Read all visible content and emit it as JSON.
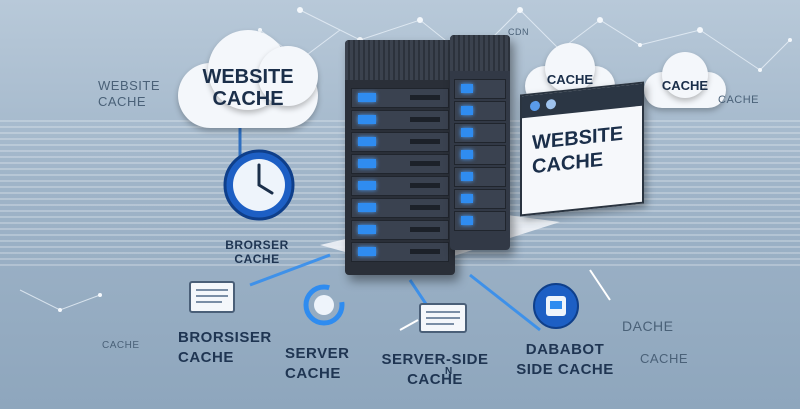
{
  "labels": {
    "cloud_main": "WEBSITE CACHE",
    "cloud_top_right_1": "CDN",
    "cloud_small_1": "CACHE",
    "cloud_small_2": "CACHE",
    "left_caption": "WEBSITE CACHE",
    "cdn_small": "CDN",
    "right_caption": "CACHE",
    "window_title": "WEBSITE CACHE",
    "clock_caption": "BRORSER CACHE",
    "bottom_left_small": "CACHE",
    "bottom_1": "BRORSISER CACHE",
    "bottom_2": "SERVER CACHE",
    "bottom_3": "SERVER-SIDE CACHE",
    "bottom_3_extra": "N",
    "bottom_4": "DABABOT SIDE CACHE",
    "right_bottom_1": "DACHE",
    "right_bottom_2": "CACHE"
  },
  "colors": {
    "accent": "#2f8cf0",
    "dark": "#1f3552",
    "rack": "#2a2f38"
  }
}
